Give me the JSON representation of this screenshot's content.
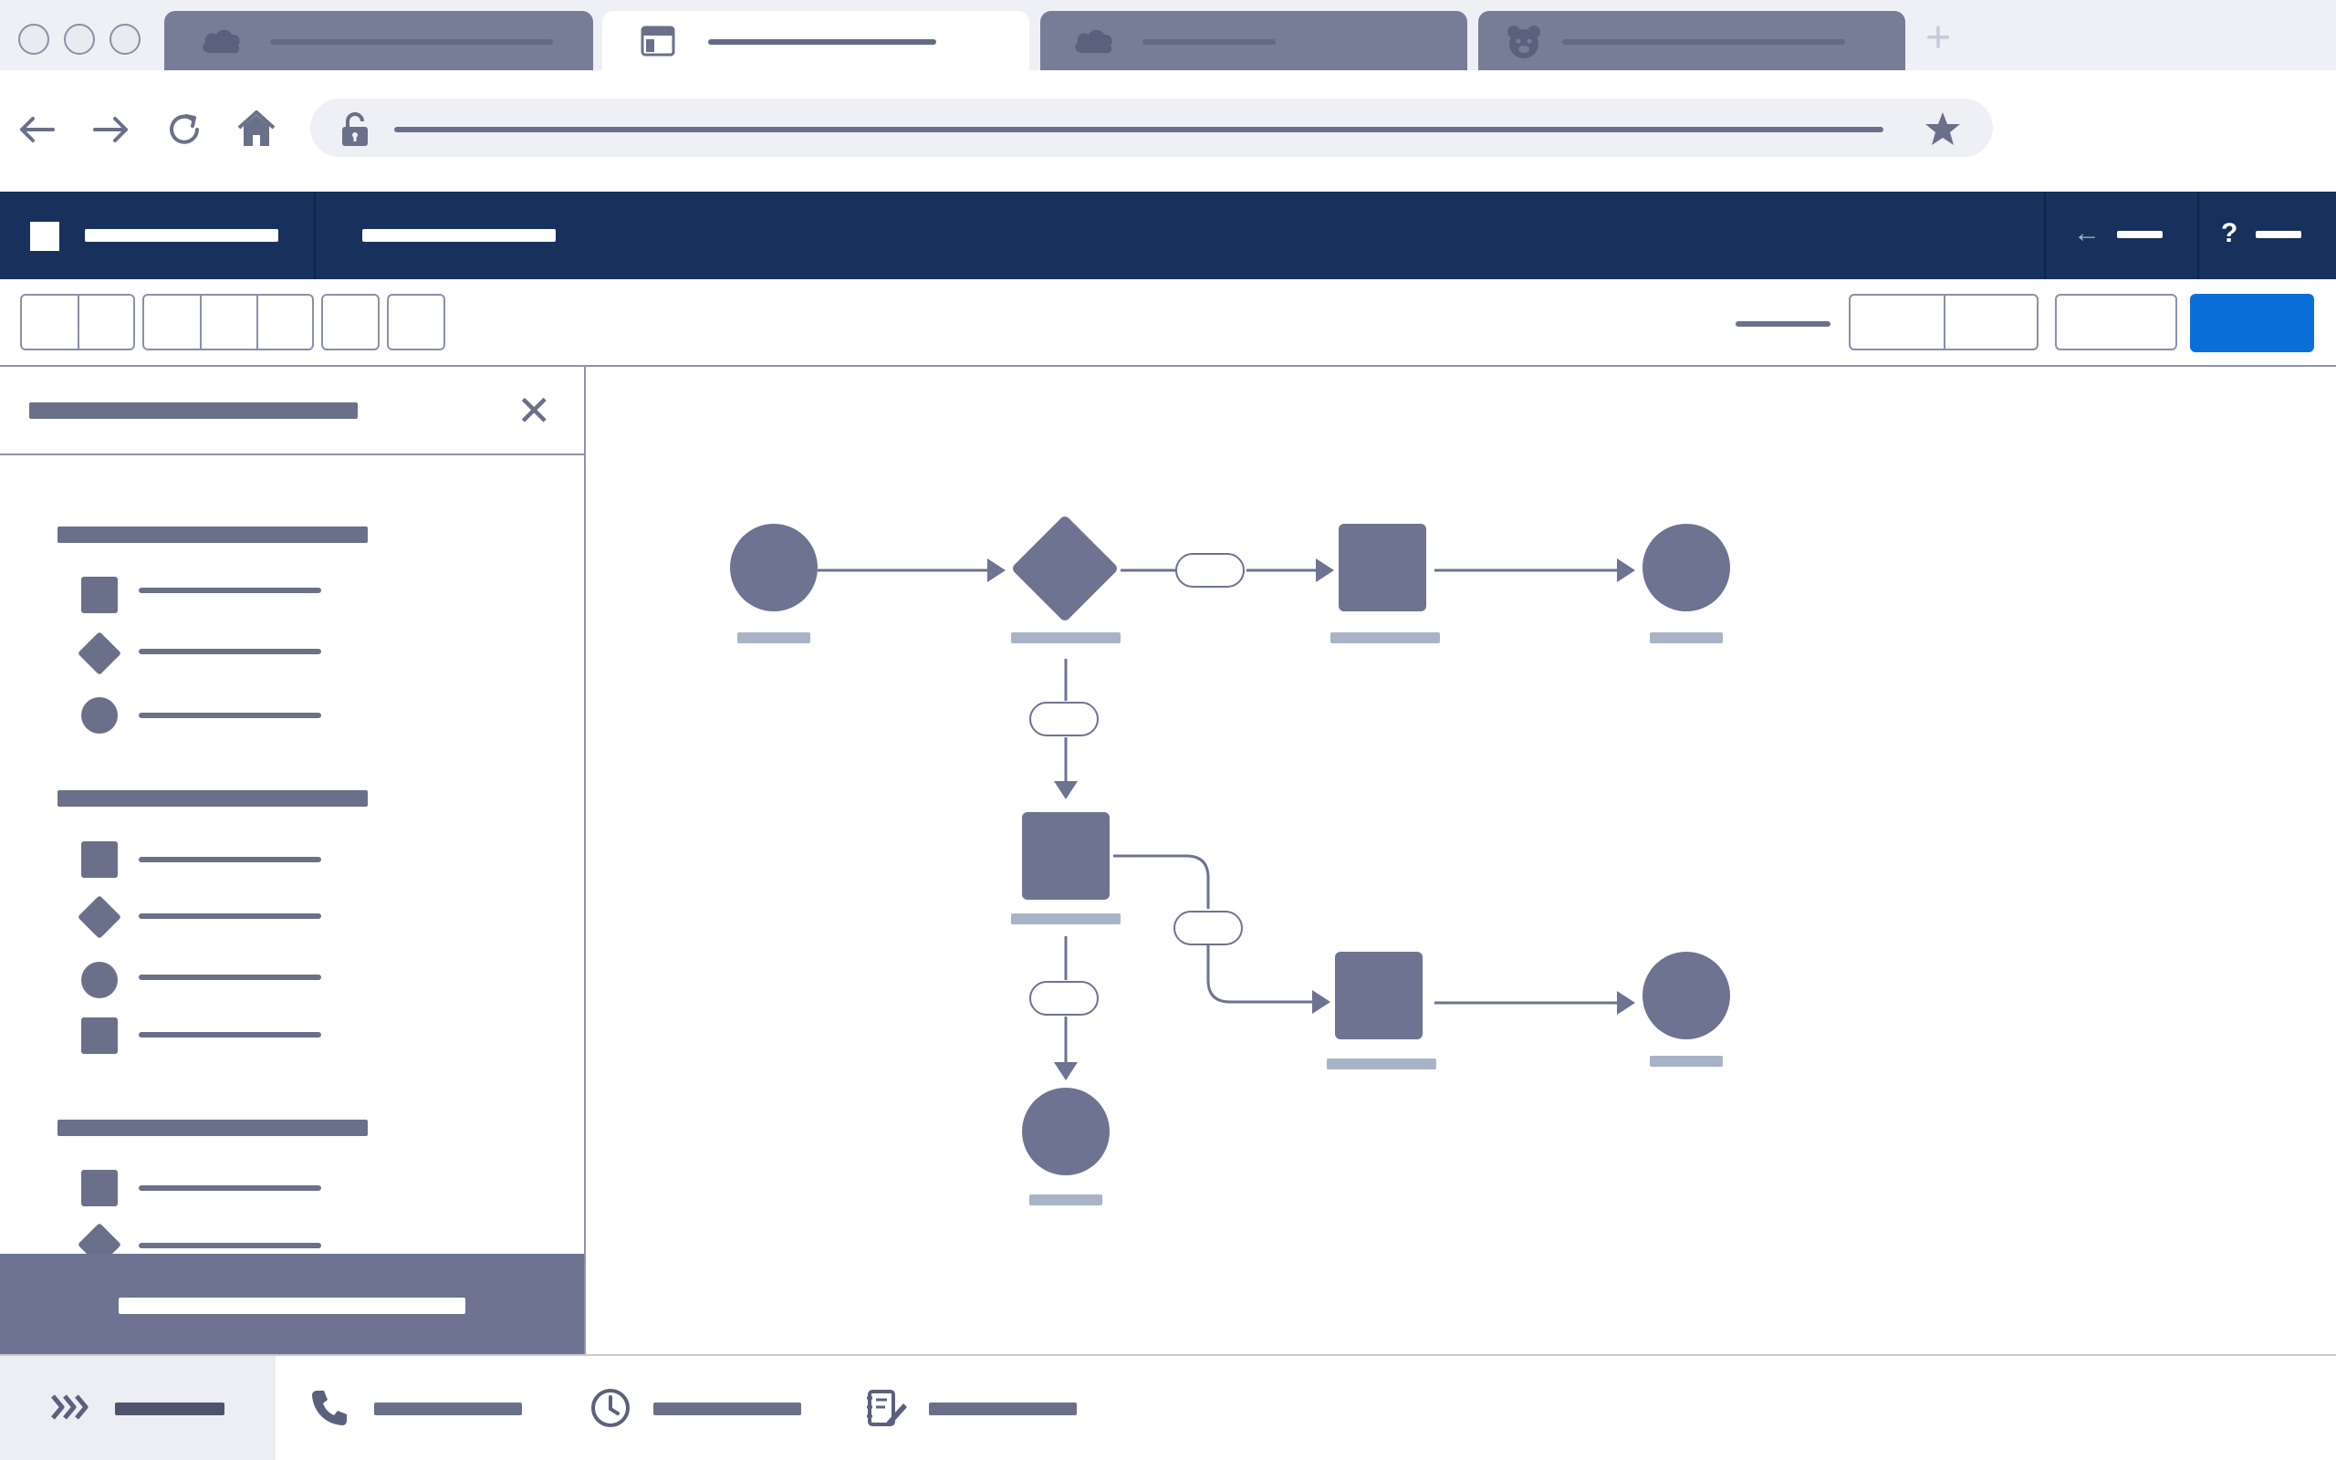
{
  "browser": {
    "tabs": [
      {
        "icon": "cloud-icon",
        "active": false
      },
      {
        "icon": "layout-icon",
        "active": true
      },
      {
        "icon": "cloud-icon",
        "active": false
      },
      {
        "icon": "bear-icon",
        "active": false
      }
    ],
    "new_tab_label": "+",
    "nav_icons": [
      "back-arrow-icon",
      "forward-arrow-icon",
      "reload-icon",
      "home-icon"
    ],
    "address_icons": [
      "lock-icon",
      "star-icon"
    ]
  },
  "app_header": {
    "back_glyph": "←",
    "help_glyph": "?"
  },
  "sidebar": {
    "close_glyph": "✕",
    "sections": [
      {
        "items": [
          "square",
          "diamond",
          "circle"
        ]
      },
      {
        "items": [
          "square",
          "diamond",
          "circle",
          "square"
        ]
      },
      {
        "items": [
          "square",
          "diamond"
        ]
      }
    ]
  },
  "utility_bar": {
    "items": [
      "chevrons-icon",
      "phone-icon",
      "clock-icon",
      "notes-icon"
    ]
  },
  "colors": {
    "header_bg": "#17305c",
    "primary_button": "#0a6fd8",
    "node_fill": "#6d7391",
    "label_fill": "#a9b3c7"
  }
}
